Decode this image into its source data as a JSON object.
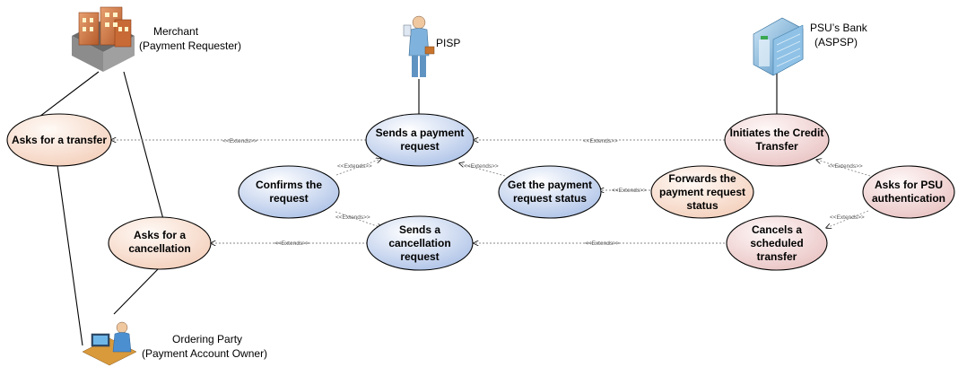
{
  "colors": {
    "merchant_fill": "#f6ddd0",
    "pisp_fill": "#c9d7f0",
    "bank_fill": "#f0d6d6",
    "ellipse_stroke": "#000000",
    "line": "#000000",
    "dash_line": "#8a8a8a",
    "ext_text": "#555555"
  },
  "actors": {
    "merchant": {
      "line1": "Merchant",
      "line2": "(Payment Requester)",
      "icon": "building-icon"
    },
    "pisp": {
      "line1": "PISP",
      "icon": "person-with-briefcase-icon"
    },
    "bank": {
      "line1": "PSU’s Bank",
      "line2": "(ASPSP)",
      "icon": "bank-building-icon"
    },
    "ordering": {
      "line1": "Ordering Party",
      "line2": "(Payment Account Owner)",
      "icon": "person-at-computer-icon"
    }
  },
  "use_cases": {
    "asks_transfer": {
      "lines": [
        "Asks for a transfer"
      ]
    },
    "asks_cancellation": {
      "lines": [
        "Asks for a",
        "cancellation"
      ]
    },
    "sends_payment": {
      "lines": [
        "Sends a payment",
        "request"
      ]
    },
    "confirms_request": {
      "lines": [
        "Confirms the",
        "request"
      ]
    },
    "sends_cancellation": {
      "lines": [
        "Sends a",
        "cancellation",
        "request"
      ]
    },
    "get_status": {
      "lines": [
        "Get the payment",
        "request status"
      ]
    },
    "forwards_status": {
      "lines": [
        "Forwards the",
        "payment request",
        "status"
      ]
    },
    "initiates_credit": {
      "lines": [
        "Initiates the Credit",
        "Transfer"
      ]
    },
    "asks_psu_auth": {
      "lines": [
        "Asks for PSU",
        "authentication"
      ]
    },
    "cancels_scheduled": {
      "lines": [
        "Cancels a",
        "scheduled",
        "transfer"
      ]
    }
  },
  "extends_label": "<<Extends>>"
}
